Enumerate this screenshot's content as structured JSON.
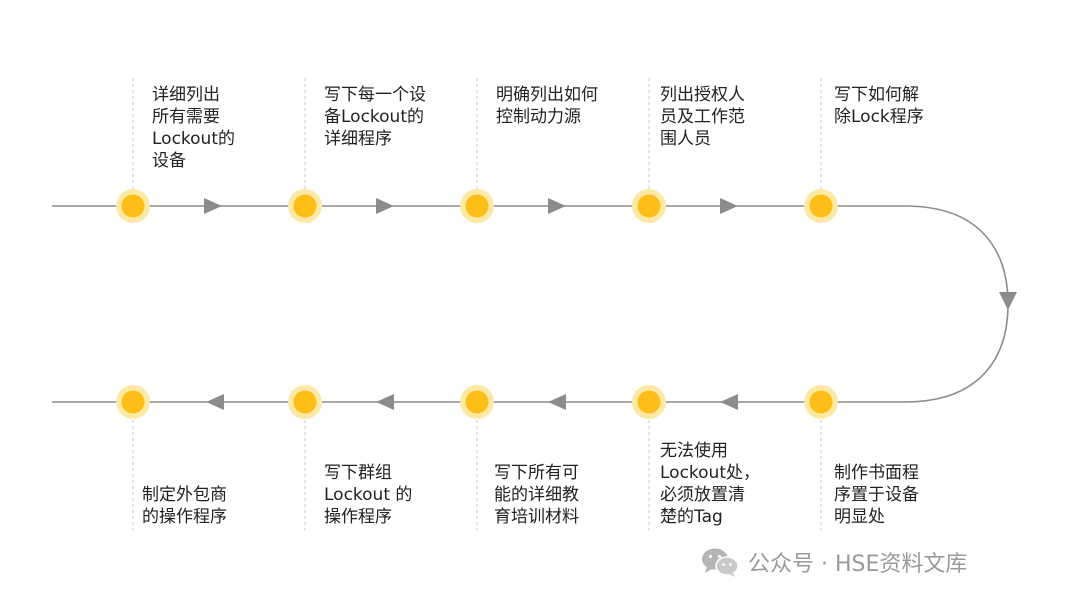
{
  "colors": {
    "line": "#8c8c8c",
    "node_outer": "#fde9a6",
    "node_inner": "#fdbf17",
    "dash": "#c8c8c8",
    "text": "#222222",
    "watermark": "#9a9a9a"
  },
  "steps_top": [
    {
      "text": "详细列出\n所有需要\nLockout的\n设备"
    },
    {
      "text": "写下每一个设\n备Lockout的\n详细程序"
    },
    {
      "text": "明确列出如何\n控制动力源"
    },
    {
      "text": "列出授权人\n员及工作范\n围人员"
    },
    {
      "text": "写下如何解\n除Lock程序"
    }
  ],
  "steps_bottom": [
    {
      "text": "制定外包商\n的操作程序"
    },
    {
      "text": "写下群组\nLockout 的\n操作程序"
    },
    {
      "text": "写下所有可\n能的详细教\n育培训材料"
    },
    {
      "text": "无法使用\nLockout处，\n必须放置清\n楚的Tag"
    },
    {
      "text": "制作书面程\n序置于设备\n明显处"
    }
  ],
  "watermark": {
    "icon": "wechat-icon",
    "text": "公众号 · HSE资料文库"
  }
}
